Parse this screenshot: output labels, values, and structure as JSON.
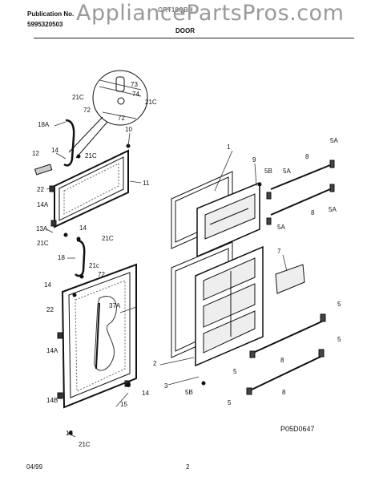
{
  "header": {
    "publication_label": "Publication No.",
    "publication_number": "5995320503",
    "model": "GRT18QBH",
    "section": "DOOR",
    "watermark": "AppliancePartsPros.com"
  },
  "callouts": [
    {
      "id": "c21c_a",
      "text": "21C"
    },
    {
      "id": "c72_a",
      "text": "72"
    },
    {
      "id": "c73",
      "text": "73"
    },
    {
      "id": "c74",
      "text": "74"
    },
    {
      "id": "c21c_b",
      "text": "21C"
    },
    {
      "id": "c72_b",
      "text": "72"
    },
    {
      "id": "c18a",
      "text": "18A"
    },
    {
      "id": "c10",
      "text": "10"
    },
    {
      "id": "c14_a",
      "text": "14"
    },
    {
      "id": "c21c_c",
      "text": "21C"
    },
    {
      "id": "c12",
      "text": "12"
    },
    {
      "id": "c11",
      "text": "11"
    },
    {
      "id": "c22_a",
      "text": "22"
    },
    {
      "id": "c14a_a",
      "text": "14A"
    },
    {
      "id": "c1",
      "text": "1"
    },
    {
      "id": "c9",
      "text": "9"
    },
    {
      "id": "c5b_a",
      "text": "5B"
    },
    {
      "id": "c8_a",
      "text": "8"
    },
    {
      "id": "c5a_a",
      "text": "5A"
    },
    {
      "id": "c5a_b",
      "text": "5A"
    },
    {
      "id": "c8_b",
      "text": "8"
    },
    {
      "id": "c5a_c",
      "text": "5A"
    },
    {
      "id": "c5a_d",
      "text": "5A"
    },
    {
      "id": "c13a",
      "text": "13A"
    },
    {
      "id": "c14_b",
      "text": "14"
    },
    {
      "id": "c21c_d",
      "text": "21C"
    },
    {
      "id": "c21c_e",
      "text": "21C"
    },
    {
      "id": "c18",
      "text": "18"
    },
    {
      "id": "c21c_f",
      "text": "21c"
    },
    {
      "id": "c72_c",
      "text": "72"
    },
    {
      "id": "c7",
      "text": "7"
    },
    {
      "id": "c14_c",
      "text": "14"
    },
    {
      "id": "c22_b",
      "text": "22"
    },
    {
      "id": "c37a",
      "text": "37A"
    },
    {
      "id": "c5_a",
      "text": "5"
    },
    {
      "id": "c14a_b",
      "text": "14A"
    },
    {
      "id": "c2",
      "text": "2"
    },
    {
      "id": "c5_b",
      "text": "5"
    },
    {
      "id": "c8_c",
      "text": "8"
    },
    {
      "id": "c3",
      "text": "3"
    },
    {
      "id": "c5b_b",
      "text": "5B"
    },
    {
      "id": "c14_d",
      "text": "14"
    },
    {
      "id": "c15",
      "text": "15"
    },
    {
      "id": "c5_c",
      "text": "5"
    },
    {
      "id": "c14b",
      "text": "14B"
    },
    {
      "id": "c8_d",
      "text": "8"
    },
    {
      "id": "c5_d",
      "text": "5"
    },
    {
      "id": "c13",
      "text": "13"
    },
    {
      "id": "c21c_g",
      "text": "21C"
    }
  ],
  "drawing_code": "P05D0647",
  "footer": {
    "date": "04/99",
    "page": "2"
  }
}
